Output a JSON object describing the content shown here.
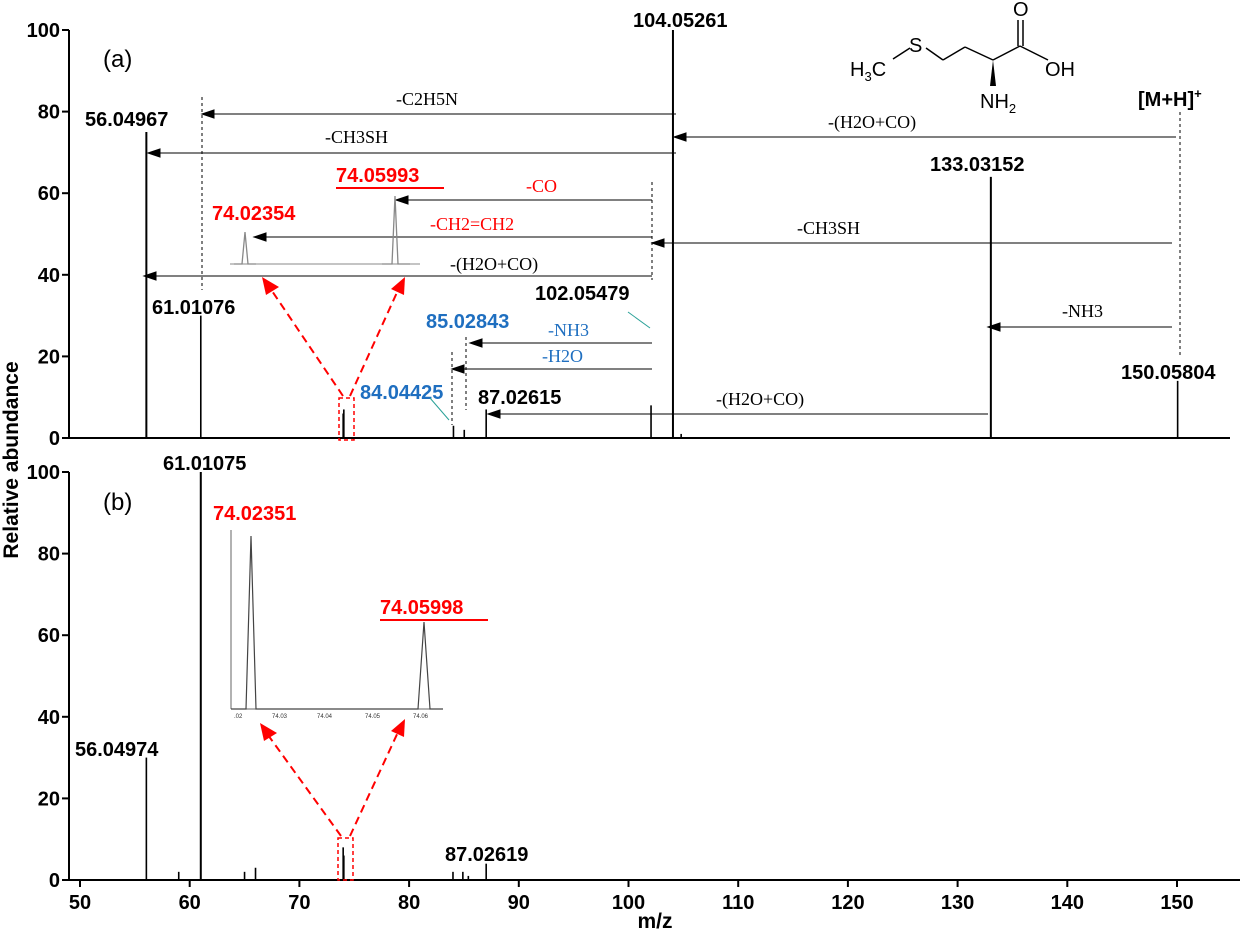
{
  "chart_data": [
    {
      "type": "bar",
      "panel_label": "(a)",
      "x": [
        56.04967,
        61.01076,
        73.99,
        74.05,
        84.04425,
        85.02843,
        87.02615,
        102.05479,
        104.05261,
        104.8,
        133.03152,
        150.05804
      ],
      "values": [
        75,
        30,
        6,
        7,
        3,
        2,
        7,
        8,
        100,
        1,
        64,
        14
      ],
      "xlim": [
        49,
        155
      ],
      "ylim": [
        0,
        100
      ],
      "yticks": [
        "0",
        "20",
        "40",
        "60",
        "80",
        "100"
      ],
      "peak_labels": [
        {
          "text": "56.04967",
          "color": "#000000"
        },
        {
          "text": "61.01076",
          "color": "#000000"
        },
        {
          "text": "104.05261",
          "color": "#000000"
        },
        {
          "text": "133.03152",
          "color": "#000000"
        },
        {
          "text": "102.05479",
          "color": "#000000"
        },
        {
          "text": "87.02615",
          "color": "#000000"
        },
        {
          "text": "150.05804",
          "color": "#000000"
        },
        {
          "text": "85.02843",
          "color": "#1f6fc0"
        },
        {
          "text": "84.04425",
          "color": "#1f6fc0"
        },
        {
          "text": "74.02354",
          "color": "#ff0000"
        },
        {
          "text": "74.05993",
          "color": "#ff0000"
        }
      ],
      "ion_label": "[M+H]",
      "ion_sup": "+",
      "structure_labels": [
        "O",
        "S",
        "H",
        "3",
        "C",
        "OH",
        "NH",
        "2"
      ],
      "fragment_labels": [
        {
          "text": "-C2H5N",
          "color": "#000000"
        },
        {
          "text": "-(H2O+CO)",
          "color": "#000000"
        },
        {
          "text": "-CH3SH",
          "color": "#000000"
        },
        {
          "text": "-CO",
          "color": "#ff0000"
        },
        {
          "text": "-CH2=CH2",
          "color": "#ff0000"
        },
        {
          "text": "-CH3SH",
          "color": "#000000"
        },
        {
          "text": "-(H2O+CO)",
          "color": "#000000"
        },
        {
          "text": "-NH3",
          "color": "#1f6fc0"
        },
        {
          "text": "-H2O",
          "color": "#1f6fc0"
        },
        {
          "text": "-NH3",
          "color": "#000000"
        },
        {
          "text": "-(H2O+CO)",
          "color": "#000000"
        }
      ]
    },
    {
      "type": "bar",
      "panel_label": "(b)",
      "x": [
        56.04974,
        59.0,
        61.01075,
        65.0,
        66.0,
        73.99,
        74.05,
        84.0,
        84.9,
        85.4,
        87.02619
      ],
      "values": [
        30,
        2,
        100,
        2,
        3,
        8,
        6,
        2,
        2,
        1,
        4
      ],
      "xlim": [
        49,
        155
      ],
      "ylim": [
        0,
        100
      ],
      "xticks": [
        "50",
        "60",
        "70",
        "80",
        "90",
        "100",
        "110",
        "120",
        "130",
        "140",
        "150"
      ],
      "yticks": [
        "0",
        "20",
        "40",
        "60",
        "80",
        "100"
      ],
      "xlabel": "m/z",
      "peak_labels": [
        {
          "text": "61.01075",
          "color": "#000000"
        },
        {
          "text": "56.04974",
          "color": "#000000"
        },
        {
          "text": "87.02619",
          "color": "#000000"
        },
        {
          "text": "74.02351",
          "color": "#ff0000"
        },
        {
          "text": "74.05998",
          "color": "#ff0000"
        }
      ],
      "inset_ticks": [
        ".02",
        "74.03",
        "74.04",
        "74.05",
        "74.06"
      ]
    }
  ],
  "ylabel": "Relative abundance",
  "colors": {
    "black": "#000000",
    "red": "#ff0000",
    "blue": "#1f6fc0",
    "gray": "#888888",
    "teal": "#2aa198"
  }
}
